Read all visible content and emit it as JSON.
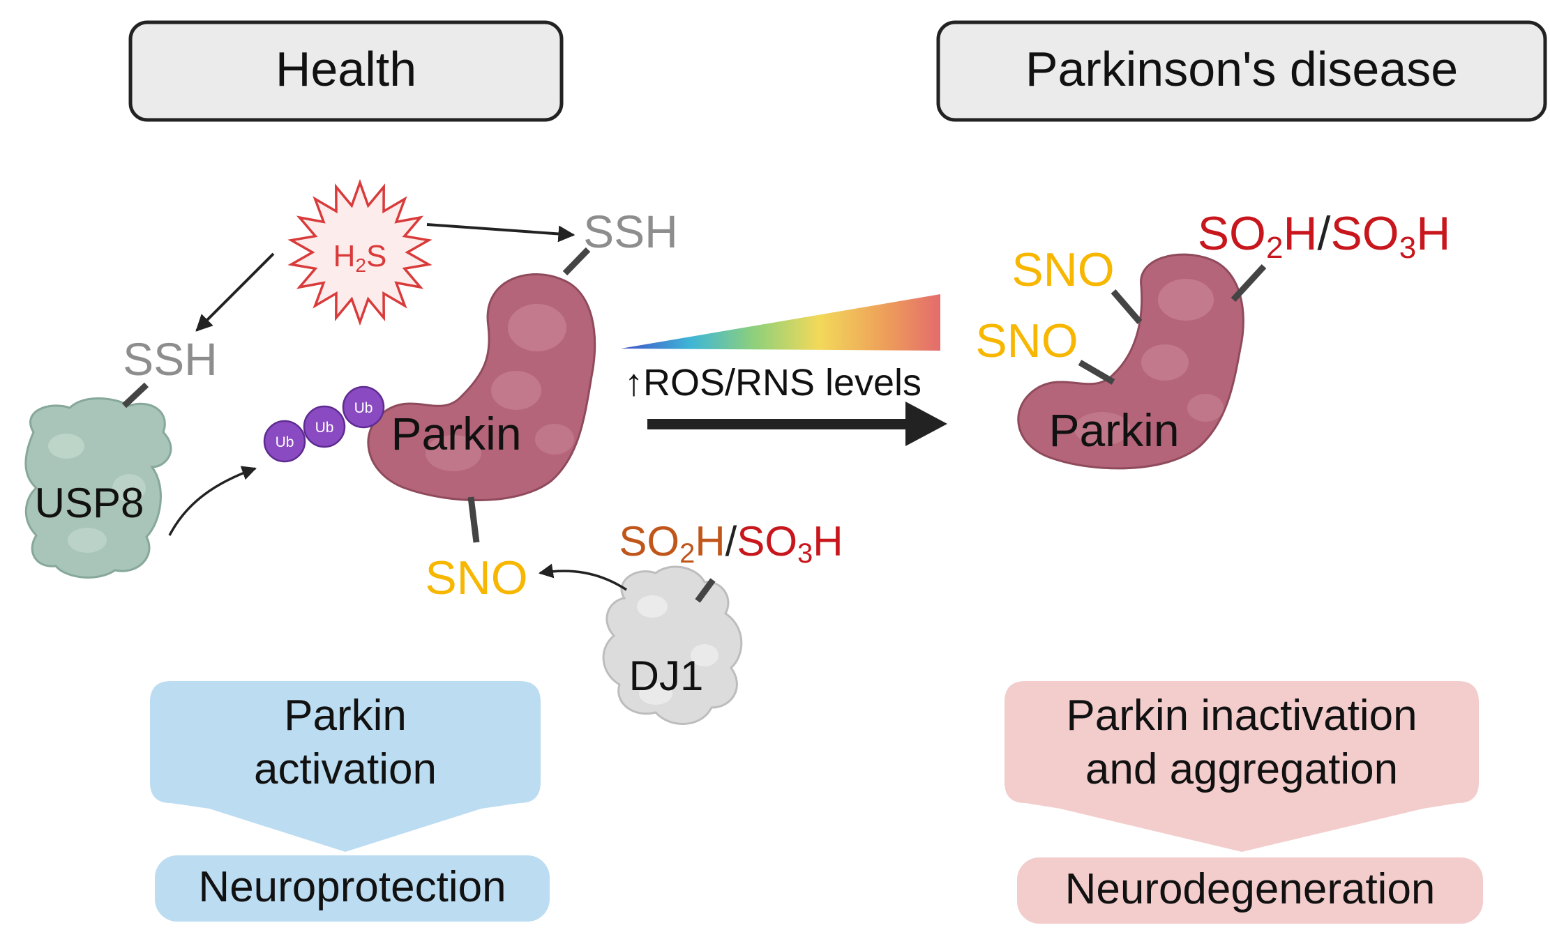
{
  "headers": {
    "health": "Health",
    "disease": "Parkinson's disease"
  },
  "molecules": {
    "h2s": {
      "main": "H",
      "sub": "2",
      "tail": "S"
    },
    "ssh": "SSH",
    "sno": "SNO",
    "ub": "Ub",
    "so2h": {
      "prefix": "SO",
      "sub": "2",
      "suffix": "H"
    },
    "slash": "/",
    "so3h": {
      "prefix": "SO",
      "sub": "3",
      "suffix": "H"
    }
  },
  "proteins": {
    "parkin": "Parkin",
    "usp8": "USP8",
    "dj1": "DJ1"
  },
  "transition": {
    "label": "↑ROS/RNS levels"
  },
  "outcomes": {
    "health": {
      "line1": "Parkin",
      "line2": "activation",
      "result": "Neuroprotection"
    },
    "disease": {
      "line1": "Parkin inactivation",
      "line2": "and aggregation",
      "result": "Neurodegeneration"
    }
  },
  "colors": {
    "header_fill": "#ebebeb",
    "header_stroke": "#222222",
    "parkin_fill": "#b5657a",
    "parkin_highlight": "#cf8d9c",
    "parkin_stroke": "#8f4a5c",
    "usp8_fill": "#a9c4b8",
    "dj1_fill": "#dcdcdc",
    "ub_fill": "#8a4bc2",
    "ssh_gray": "#8d8d8d",
    "sno_yellow": "#f7b600",
    "so2h_orange": "#c0561a",
    "so_red": "#c8161d",
    "h2s_red": "#d93a3a",
    "h2s_fill": "#fdecec",
    "health_fill": "#bcdcf2",
    "disease_fill": "#f3cccc",
    "arrow_dark": "#222222"
  },
  "icons": {
    "h2s_burst": "starburst-icon",
    "transition_arrow": "arrow-right-icon",
    "gradient_wedge": "gradient-wedge-icon"
  }
}
